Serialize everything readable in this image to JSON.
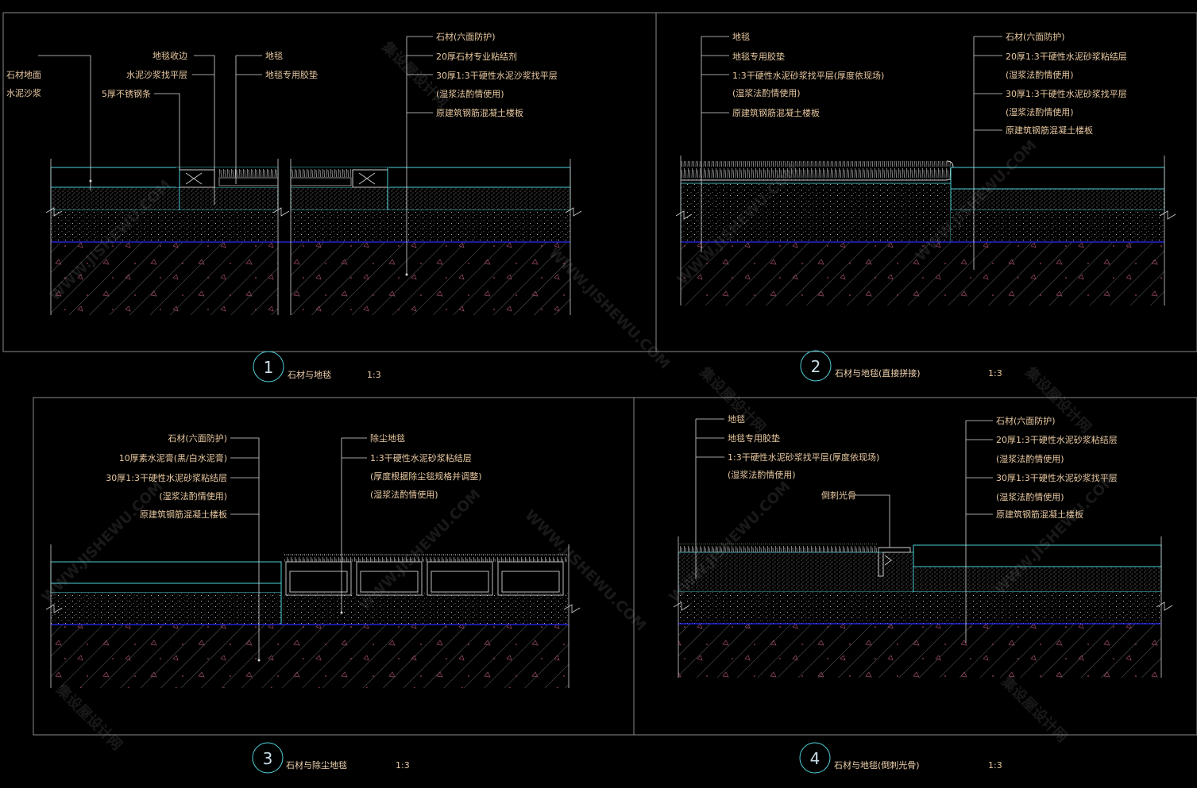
{
  "drawing": {
    "colors": {
      "background": "#000000",
      "frame": "#8a8a8a",
      "section_line": "#4fd1d9",
      "base_line": "#2a2aff",
      "leader": "#d9d9d9",
      "label": "#e8c8a0",
      "hatch": "#6d6d6d"
    },
    "watermark": {
      "cn": "集设屋设计网",
      "url": "WWW.JISHEWU.COM"
    }
  },
  "details": [
    {
      "number": "1",
      "title": "石材与地毯",
      "scale": "1:3",
      "labels_left": [
        "石材地面",
        "水泥沙浆"
      ],
      "labels_mid": [
        "地毯收边",
        "水泥沙浆找平层",
        "5厚不锈钢条"
      ],
      "labels_mid2": [
        "地毯",
        "地毯专用胶垫"
      ],
      "labels_right": [
        "石材(六面防护)",
        "20厚石材专业粘结剂",
        "30厚1:3干硬性水泥沙浆找平层",
        "(湿浆法酌情使用)",
        "原建筑钢筋混凝土楼板"
      ]
    },
    {
      "number": "2",
      "title": "石材与地毯(直接拼接)",
      "scale": "1:3",
      "labels_left": [
        "地毯",
        "地毯专用胶垫",
        "1:3干硬性水泥砂浆找平层(厚度依现场)",
        "(湿浆法酌情使用)",
        "原建筑钢筋混凝土楼板"
      ],
      "labels_right": [
        "石材(六面防护)",
        "20厚1:3干硬性水泥砂浆粘结层",
        "(湿浆法酌情使用)",
        "30厚1:3干硬性水泥砂浆找平层",
        "(湿浆法酌情使用)",
        "原建筑钢筋混凝土楼板"
      ]
    },
    {
      "number": "3",
      "title": "石材与除尘地毯",
      "scale": "1:3",
      "labels_left": [
        "石材(六面防护)",
        "10厚素水泥膏(黑/白水泥膏)",
        "30厚1:3干硬性水泥砂浆粘结层",
        "(湿浆法酌情使用)",
        "原建筑钢筋混凝土楼板"
      ],
      "labels_right": [
        "除尘地毯",
        "1:3干硬性水泥砂浆粘结层",
        "(厚度根据除尘毯规格并调整)",
        "(湿浆法酌情使用)"
      ]
    },
    {
      "number": "4",
      "title": "石材与地毯(倒刺光骨)",
      "scale": "1:3",
      "labels_left": [
        "地毯",
        "地毯专用胶垫",
        "1:3干硬性水泥砂浆找平层(厚度依现场)",
        "(湿浆法酌情使用)"
      ],
      "labels_mid": [
        "倒刺光骨"
      ],
      "labels_right": [
        "石材(六面防护)",
        "20厚1:3干硬性水泥砂浆粘结层",
        "(湿浆法酌情使用)",
        "30厚1:3干硬性水泥砂浆找平层",
        "(湿浆法酌情使用)",
        "原建筑钢筋混凝土楼板"
      ]
    }
  ]
}
